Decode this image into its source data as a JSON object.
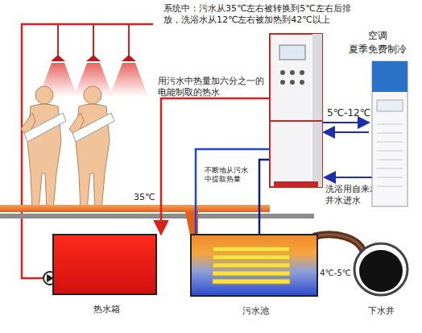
{
  "diagram": {
    "nodes": [
      {
        "text": [
          "空调",
          "夏季免费制冷"
        ]
      },
      {
        "text": [
          "热水箱"
        ]
      },
      {
        "text": [
          "污水池"
        ]
      },
      {
        "text": [
          "下水井"
        ]
      }
    ],
    "edges": [
      {
        "from": 2,
        "to": 3,
        "arrow": "none",
        "label": "4℃-5℃"
      }
    ],
    "labels": [
      "系统中：污水从35℃左右被转换到5℃左右后排放，洗浴水从12℃左右被加热到42℃以上",
      "用污水中热量加六分之一的电能制取的热水",
      "5℃-12℃",
      "洗浴用自来水或井水进水",
      "不断地从污水中提取热量",
      "35℃"
    ]
  }
}
